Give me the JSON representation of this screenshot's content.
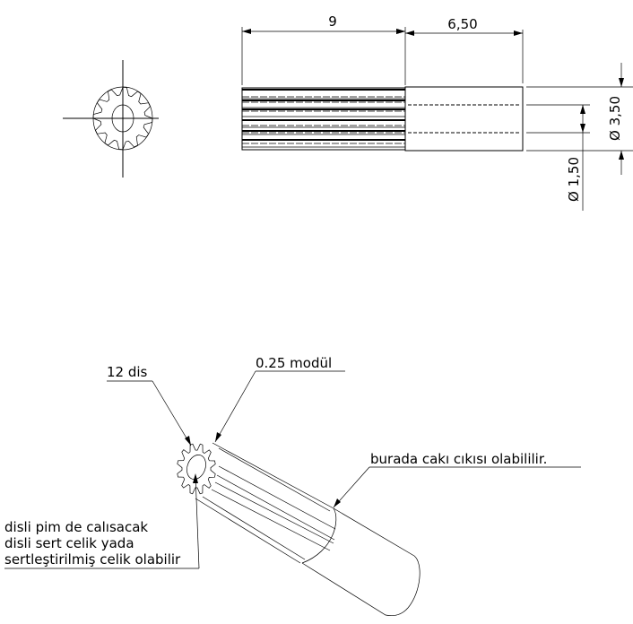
{
  "drawing": {
    "dimensions": {
      "spline_length": "9",
      "shaft_length": "6,50",
      "outer_diameter": "Ø 3,50",
      "inner_diameter": "Ø 1,50"
    },
    "notes": {
      "teeth": "12 dis",
      "module": "0.25 modül",
      "tool_runout": "burada cakı cıkısı olabililir.",
      "material_line1": "disli pim de calısacak",
      "material_line2": "disli sert celik yada",
      "material_line3": "sertleştirilmiş celik olabilir"
    },
    "colors": {
      "line": "#000000",
      "background": "#ffffff"
    }
  }
}
